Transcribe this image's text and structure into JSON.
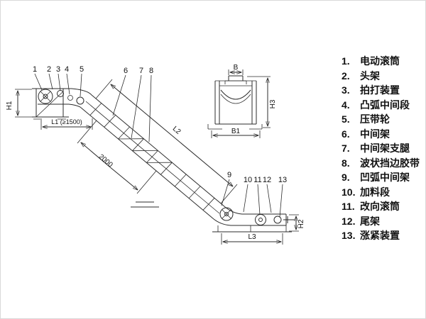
{
  "page": {
    "background": "#ffffff",
    "line_color": "#2b2b2b"
  },
  "legend": {
    "items": [
      {
        "num": "1.",
        "label": "电动滚筒"
      },
      {
        "num": "2.",
        "label": "头架"
      },
      {
        "num": "3.",
        "label": "拍打装置"
      },
      {
        "num": "4.",
        "label": "凸弧中间段"
      },
      {
        "num": "5.",
        "label": "压带轮"
      },
      {
        "num": "6.",
        "label": "中间架"
      },
      {
        "num": "7.",
        "label": "中间架支腿"
      },
      {
        "num": "8.",
        "label": "波状挡边胶带"
      },
      {
        "num": "9.",
        "label": "凹弧中间架"
      },
      {
        "num": "10.",
        "label": "加料段"
      },
      {
        "num": "11.",
        "label": "改向滚筒"
      },
      {
        "num": "12.",
        "label": "尾架"
      },
      {
        "num": "13.",
        "label": "涨紧装置"
      }
    ]
  },
  "diagram": {
    "callouts": [
      "1",
      "2",
      "3",
      "4",
      "5",
      "6",
      "7",
      "8",
      "9",
      "10",
      "11",
      "12",
      "13"
    ],
    "dims": {
      "h1": "H1",
      "l1": "L1 (≥1500)",
      "d2000": "2000",
      "l2": "L2",
      "l3": "L3",
      "h2": "H2",
      "b": "B",
      "b1": "B1",
      "h3": "H3"
    }
  }
}
